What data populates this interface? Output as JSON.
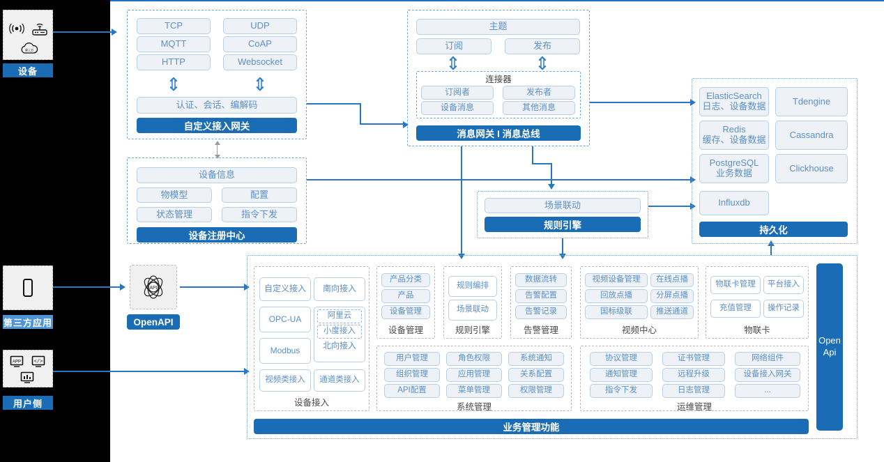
{
  "meta": {
    "title": "IoT 平台架构图"
  },
  "rail": {
    "device": {
      "label": "设备",
      "icons": [
        "wifi-signal-icon",
        "router-icon",
        "cloud-icon"
      ]
    },
    "third_party": {
      "label": "第三方应用",
      "icons": [
        "mobile-phone-icon"
      ]
    },
    "user_side": {
      "label": "用户侧",
      "icons": [
        "app-window-icon",
        "code-window-icon",
        "chart-window-icon"
      ]
    }
  },
  "gateway": {
    "protocols": [
      "TCP",
      "UDP",
      "MQTT",
      "CoAP",
      "HTTP",
      "Websocket"
    ],
    "middle": "认证、会话、编解码",
    "bar": "自定义接入网关"
  },
  "message": {
    "topic": "主题",
    "sub": "订阅",
    "pub": "发布",
    "connector_title": "连接器",
    "connector_items": [
      "订阅者",
      "发布者",
      "设备消息",
      "其他消息"
    ],
    "bar": "消息网关 I 消息总线"
  },
  "registry": {
    "info": "设备信息",
    "items": [
      "物模型",
      "配置",
      "状态管理",
      "指令下发"
    ],
    "bar": "设备注册中心"
  },
  "rule": {
    "scene": "场景联动",
    "bar": "规则引擎"
  },
  "persistence": {
    "items": [
      {
        "name": "ElasticSearch",
        "desc": "日志、设备数据"
      },
      {
        "name": "Tdengine",
        "desc": ""
      },
      {
        "name": "Redis",
        "desc": "缓存、设备数据"
      },
      {
        "name": "Cassandra",
        "desc": ""
      },
      {
        "name": "PostgreSQL",
        "desc": "业务数据"
      },
      {
        "name": "Clickhouse",
        "desc": ""
      },
      {
        "name": "Influxdb",
        "desc": ""
      }
    ],
    "bar": "持久化"
  },
  "openapi": {
    "icon": "api-atom-icon",
    "label": "OpenAPI",
    "side_label_line1": "Open",
    "side_label_line2": "Api"
  },
  "business": {
    "bar": "业务管理功能",
    "device_access": {
      "caption": "设备接入",
      "items": [
        "自定义接入",
        "南向接入",
        "OPC-UA",
        "Modbus",
        "视频类接入",
        "通道类接入"
      ],
      "north": {
        "label": "北向接入",
        "subs": [
          "阿里云",
          "小度接入"
        ]
      }
    },
    "columns_top": [
      {
        "caption": "设备管理",
        "items": [
          "产品分类",
          "产品",
          "设备管理"
        ]
      },
      {
        "caption": "规则引擎",
        "items": [
          "规则编排",
          "场景联动"
        ]
      },
      {
        "caption": "告警管理",
        "items": [
          "数据流转",
          "告警配置",
          "告警记录"
        ]
      },
      {
        "caption": "视频中心",
        "items": [
          "视频设备管理",
          "在线点播",
          "回放点播",
          "分屏点播",
          "国标级联",
          "推送通道"
        ]
      },
      {
        "caption": "物联卡",
        "items": [
          "物联卡管理",
          "平台接入",
          "充值管理",
          "操作记录"
        ]
      }
    ],
    "columns_bottom": [
      {
        "caption": "系统管理",
        "items": [
          "用户管理",
          "角色权限",
          "系统通知",
          "组织管理",
          "应用管理",
          "关系配置",
          "API配置",
          "菜单管理",
          "权限管理"
        ]
      },
      {
        "caption": "运维管理",
        "items": [
          "协议管理",
          "证书管理",
          "网络组件",
          "通知管理",
          "远程升级",
          "设备接入网关",
          "指令下发",
          "日志管理",
          "..."
        ]
      }
    ]
  },
  "colors": {
    "accent": "#1a6cb5",
    "line": "#2a76c4",
    "pill_bg": "#eef2f6",
    "pill_border": "#b7cfe8",
    "pill_text": "#5b8fc9",
    "group_border": "#6fa8dc"
  }
}
